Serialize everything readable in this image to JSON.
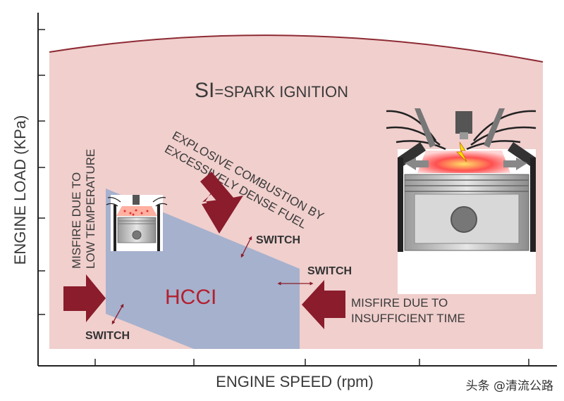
{
  "diagram": {
    "y_axis_label": "ENGINE LOAD (KPa)",
    "x_axis_label": "ENGINE SPEED (rpm)",
    "si_prefix": "SI",
    "si_rest": "=SPARK IGNITION",
    "hcci_label": "HCCI",
    "explosive_line1": "EXPLOSIVE COMBUSTION BY",
    "explosive_line2": "EXCESSIVELY DENSE FUEL",
    "misfire_low_line1": "MISFIRE DUE TO",
    "misfire_low_line2": "LOW TEMPERATURE",
    "misfire_time_line1": "MISFIRE DUE TO",
    "misfire_time_line2": "INSUFFICIENT TIME",
    "switch_top": "SWITCH",
    "switch_right": "SWITCH",
    "switch_bottom": "SWITCH"
  },
  "watermark": "头条 @清流公路",
  "colors": {
    "si_region": "#f0cfcd",
    "hcci_region": "#a6b1cd",
    "arrow": "#8a1c2b",
    "hcci_text": "#b3202f",
    "switch_arrow": "#8a1c2b"
  }
}
